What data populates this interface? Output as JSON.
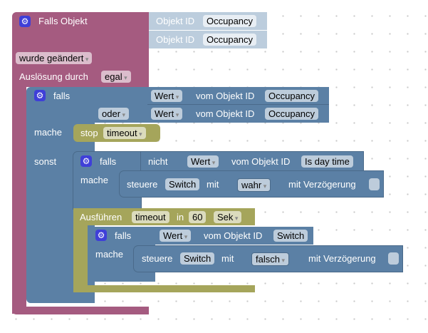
{
  "trigger": {
    "title": "Falls Objekt",
    "objects": [
      {
        "label": "Objekt ID",
        "value": "Occupancy"
      },
      {
        "label": "Objekt ID",
        "value": "Occupancy"
      }
    ],
    "mode": "wurde geändert",
    "source_label": "Auslösung durch",
    "source": "egal"
  },
  "if1": {
    "falls": "falls",
    "op": "oder",
    "conds": [
      {
        "type": "Wert",
        "label": "vom Objekt ID",
        "obj": "Occupancy"
      },
      {
        "type": "Wert",
        "label": "vom Objekt ID",
        "obj": "Occupancy"
      }
    ],
    "mache": "mache",
    "sonst": "sonst",
    "stop": "stop",
    "stop_var": "timeout"
  },
  "if2": {
    "falls": "falls",
    "not": "nicht",
    "type": "Wert",
    "label": "vom Objekt ID",
    "obj": "Is day time",
    "mache": "mache",
    "action": "steuere",
    "target": "Switch",
    "mit": "mit",
    "value": "wahr",
    "delay": "mit Verzögerung"
  },
  "timeout": {
    "label": "Ausführen",
    "var": "timeout",
    "in": "in",
    "value": "60",
    "unit": "Sek"
  },
  "if3": {
    "falls": "falls",
    "type": "Wert",
    "label": "vom Objekt ID",
    "obj": "Switch",
    "mache": "mache",
    "action": "steuere",
    "target": "Switch",
    "mit": "mit",
    "value": "falsch",
    "delay": "mit Verzögerung"
  }
}
